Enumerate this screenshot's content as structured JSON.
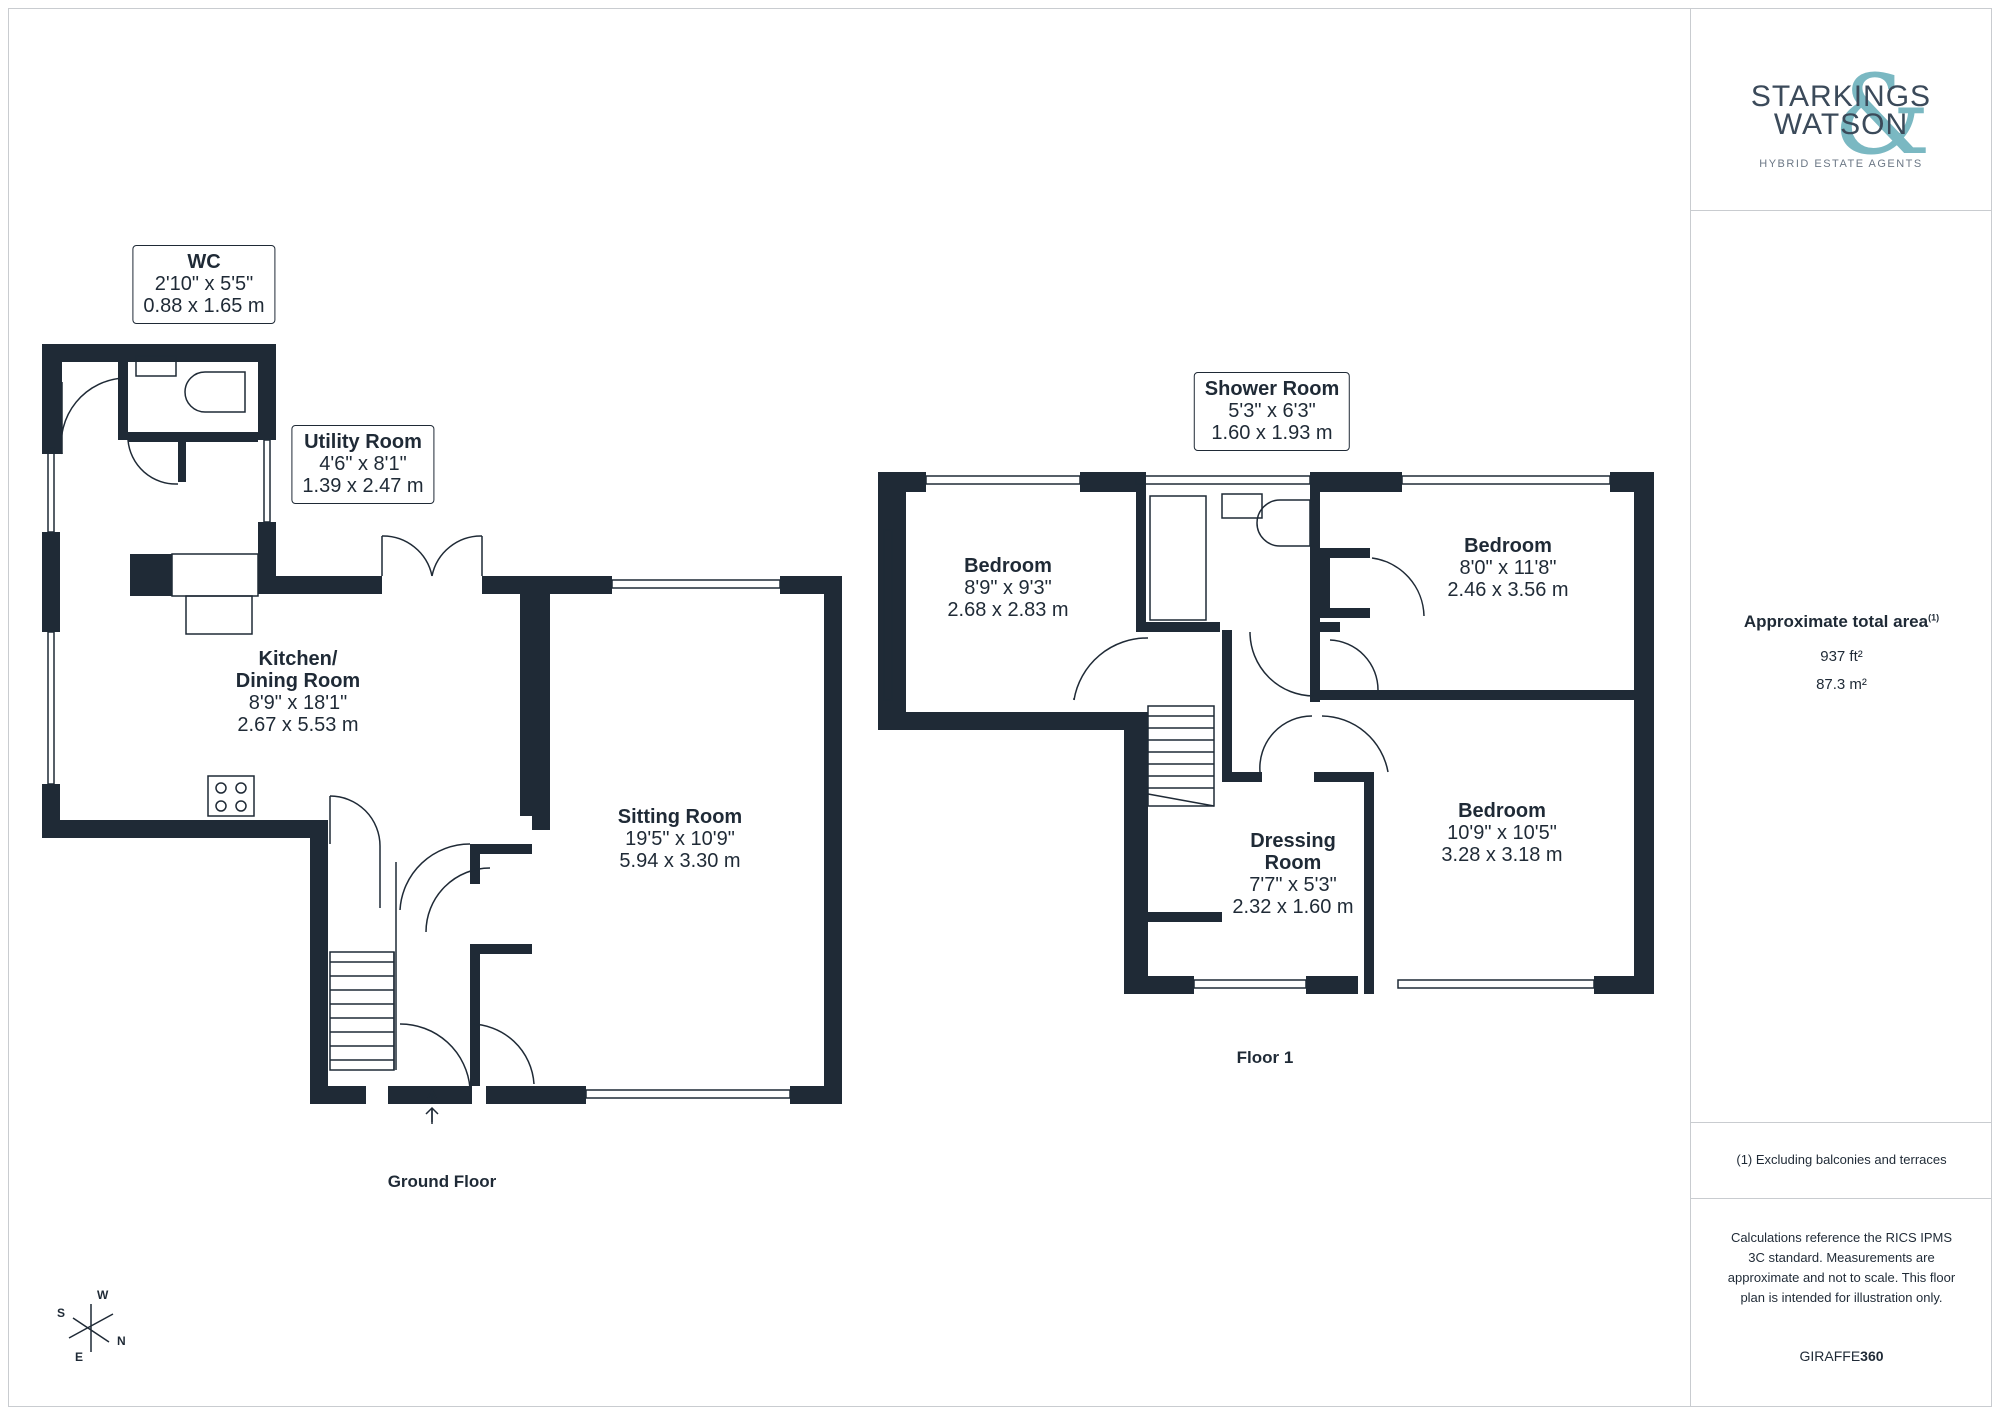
{
  "brand": {
    "line1": "STARKINGS",
    "line2": "WATSON",
    "ampersand": "&",
    "tagline": "HYBRID ESTATE AGENTS",
    "accent_color": "#7ab8c2"
  },
  "area": {
    "title": "Approximate total area",
    "note_marker": "(1)",
    "sqft": "937 ft²",
    "sqm": "87.3 m²"
  },
  "footnote": "(1) Excluding balconies and terraces",
  "disclaimer": "Calculations reference the RICS IPMS 3C standard. Measurements are approximate and not to scale. This floor plan is intended for illustration only.",
  "provider": {
    "prefix": "GIRAFFE",
    "suffix": "360"
  },
  "compass": {
    "n": "N",
    "s": "S",
    "e": "E",
    "w": "W"
  },
  "floors": {
    "ground": {
      "label": "Ground Floor",
      "rooms": {
        "wc": {
          "name": "WC",
          "imperial": "2'10\" x 5'5\"",
          "metric": "0.88 x 1.65 m"
        },
        "utility": {
          "name": "Utility Room",
          "imperial": "4'6\" x 8'1\"",
          "metric": "1.39 x 2.47 m"
        },
        "kitchen": {
          "name1": "Kitchen/",
          "name2": "Dining Room",
          "imperial": "8'9\" x 18'1\"",
          "metric": "2.67 x 5.53 m"
        },
        "sitting": {
          "name": "Sitting Room",
          "imperial": "19'5\" x 10'9\"",
          "metric": "5.94 x 3.30 m"
        }
      }
    },
    "first": {
      "label": "Floor 1",
      "rooms": {
        "shower": {
          "name": "Shower Room",
          "imperial": "5'3\" x 6'3\"",
          "metric": "1.60 x 1.93 m"
        },
        "bed1": {
          "name": "Bedroom",
          "imperial": "8'9\" x 9'3\"",
          "metric": "2.68 x 2.83 m"
        },
        "bed2": {
          "name": "Bedroom",
          "imperial": "8'0\" x 11'8\"",
          "metric": "2.46 x 3.56 m"
        },
        "bed3": {
          "name": "Bedroom",
          "imperial": "10'9\" x 10'5\"",
          "metric": "3.28 x 3.18 m"
        },
        "dressing": {
          "name1": "Dressing",
          "name2": "Room",
          "imperial": "7'7\" x 5'3\"",
          "metric": "2.32 x 1.60 m"
        }
      }
    }
  }
}
